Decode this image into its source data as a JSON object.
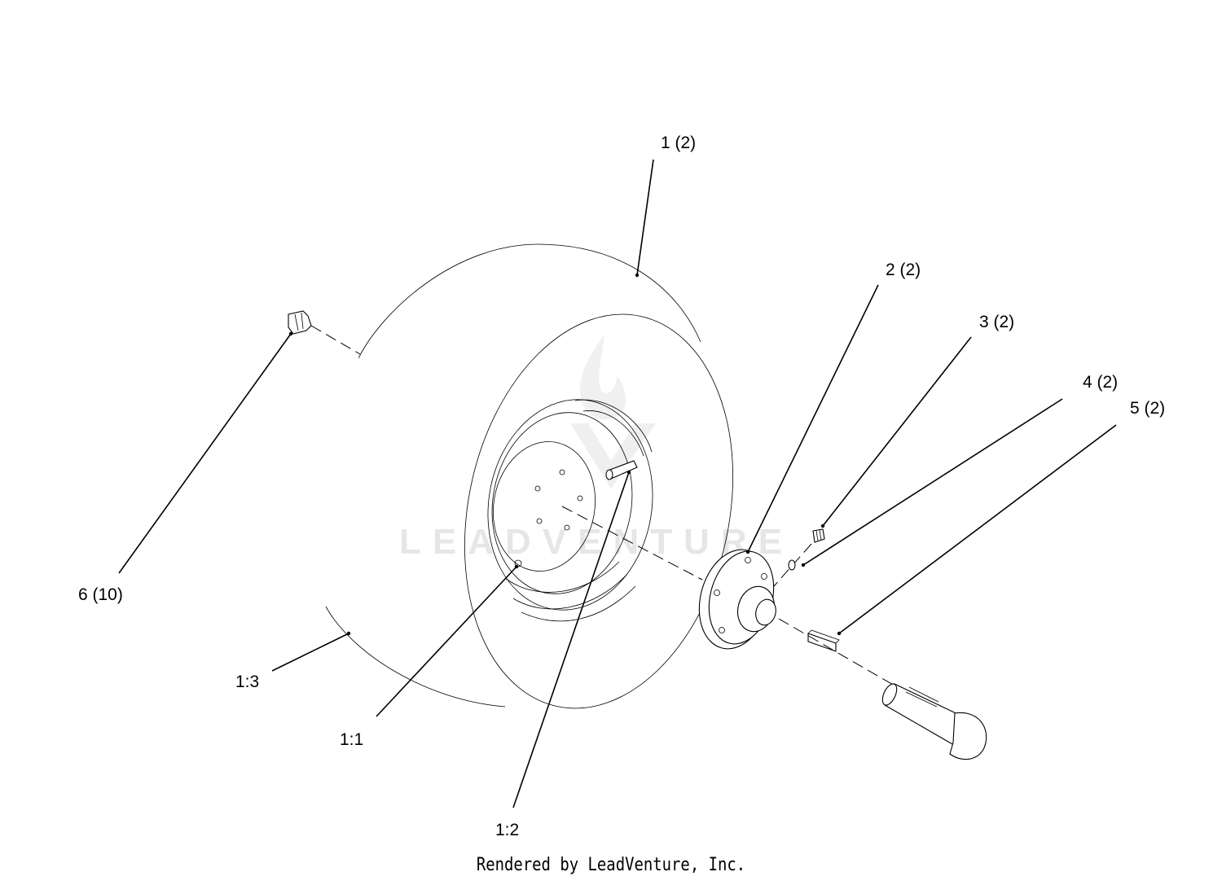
{
  "watermark": {
    "text": "LEADVENTURE",
    "color": "#e6e6e6"
  },
  "callouts": {
    "part_1": "1 (2)",
    "part_2": "2 (2)",
    "part_3": "3 (2)",
    "part_4": "4 (2)",
    "part_5": "5 (2)",
    "part_6": "6 (10)",
    "sub_1_1": "1:1",
    "sub_1_2": "1:2",
    "sub_1_3": "1:3"
  },
  "footer": {
    "credit": "Rendered by LeadVenture, Inc."
  }
}
